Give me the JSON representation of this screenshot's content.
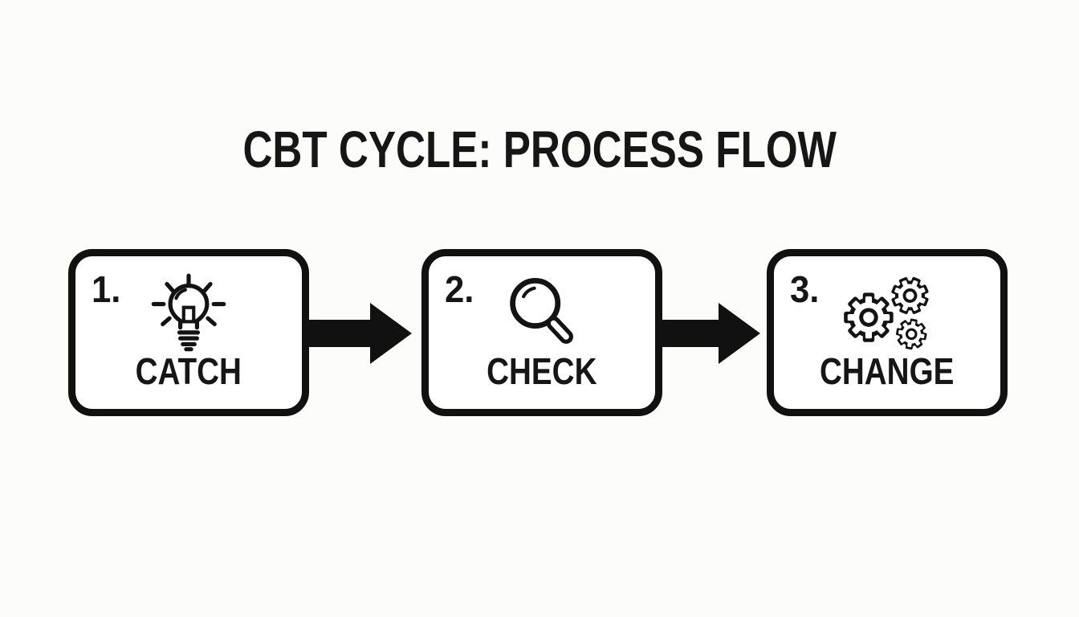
{
  "title": "CBT CYCLE: PROCESS FLOW",
  "steps": [
    {
      "number": "1.",
      "label": "CATCH",
      "icon": "lightbulb-icon"
    },
    {
      "number": "2.",
      "label": "CHECK",
      "icon": "magnifier-icon"
    },
    {
      "number": "3.",
      "label": "CHANGE",
      "icon": "gears-icon"
    }
  ],
  "colors": {
    "background": "#fcfcfb",
    "box_fill": "#ffffff",
    "line": "#111111",
    "text": "#161616"
  }
}
